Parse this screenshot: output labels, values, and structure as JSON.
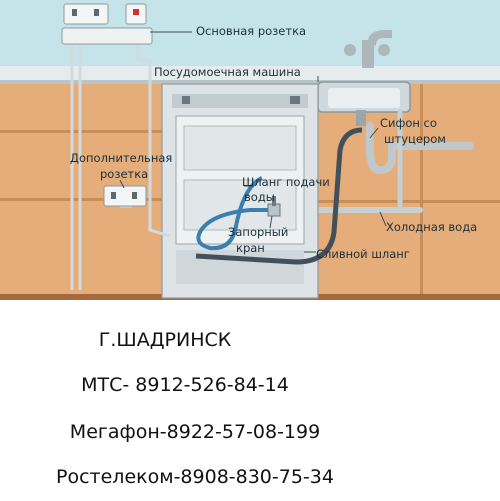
{
  "diagram": {
    "labels": {
      "main_socket": "Основная розетка",
      "dishwasher": "Посудомоечная машина",
      "extra_socket_line1": "Дополнительная",
      "extra_socket_line2": "розетка",
      "siphon_line1": "Сифон со",
      "siphon_line2": "штуцером",
      "supply_hose_line1": "Шланг подачи",
      "supply_hose_line2": "воды",
      "shutoff_valve_line1": "Запорный",
      "shutoff_valve_line2": "кран",
      "cold_water": "Холодная вода",
      "drain_hose": "Сливной шланг"
    }
  },
  "contacts": {
    "city": "Г.ШАДРИНСК",
    "mts": "МТС- 8912-526-84-14",
    "megafon": "Мегафон-8922-57-08-199",
    "rostelecom": "Ростелеком-8908-830-75-34"
  }
}
